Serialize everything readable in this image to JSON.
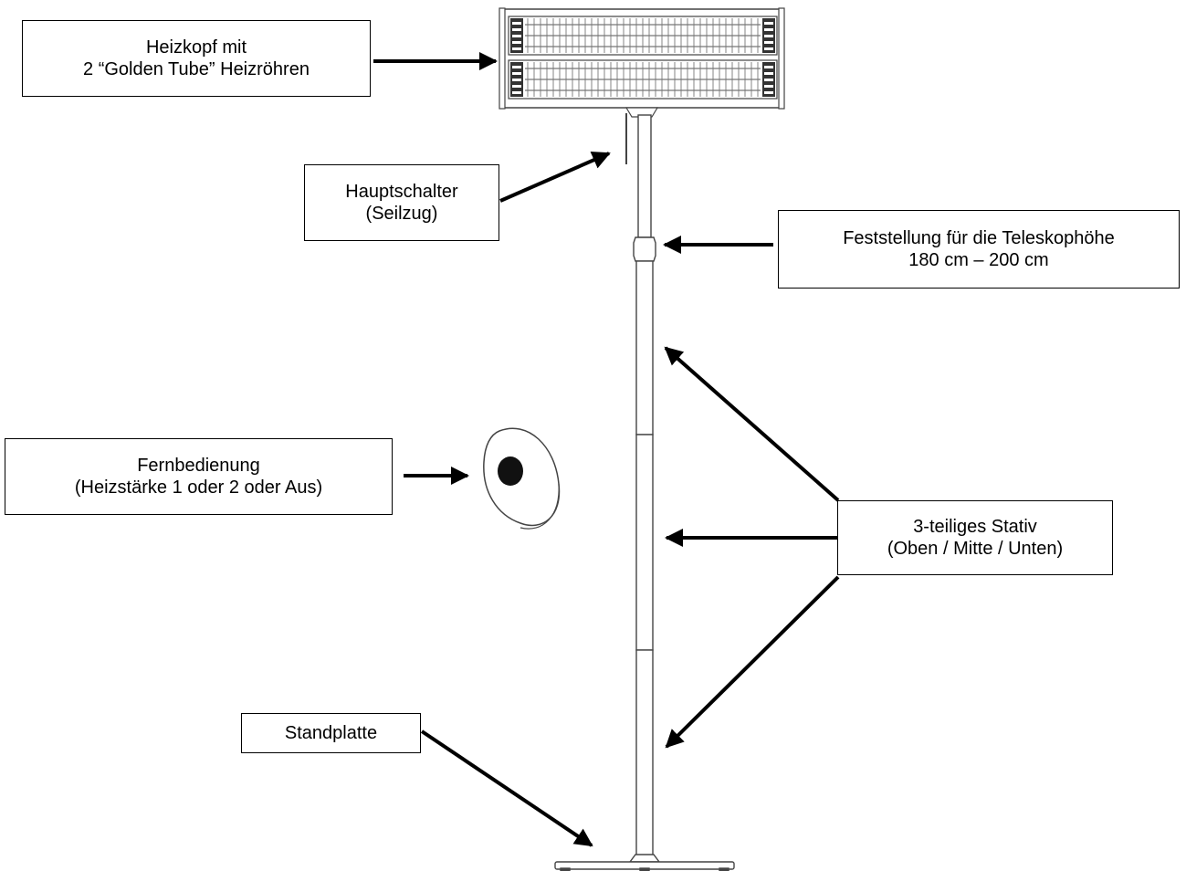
{
  "labels": {
    "heizkopf": {
      "line1": "Heizkopf mit",
      "line2": "2 “Golden Tube” Heizröhren"
    },
    "hauptschalter": {
      "line1": "Hauptschalter",
      "line2": "(Seilzug)"
    },
    "feststellung": {
      "line1": "Feststellung für die Teleskophöhe",
      "line2": "180 cm – 200 cm"
    },
    "fernbedienung": {
      "line1": "Fernbedienung",
      "line2": "(Heizstärke 1 oder 2 oder Aus)"
    },
    "stativ": {
      "line1": "3-teiliges Stativ",
      "line2": "(Oben / Mitte / Unten)"
    },
    "standplatte": {
      "line1": "Standplatte"
    }
  },
  "colors": {
    "line": "#000000",
    "background": "#ffffff",
    "device_stroke": "#444444",
    "remote_button": "#111111"
  },
  "icons": {
    "heater_head": "heater-head-icon",
    "remote": "remote-control-icon",
    "base_plate": "base-plate-icon"
  }
}
